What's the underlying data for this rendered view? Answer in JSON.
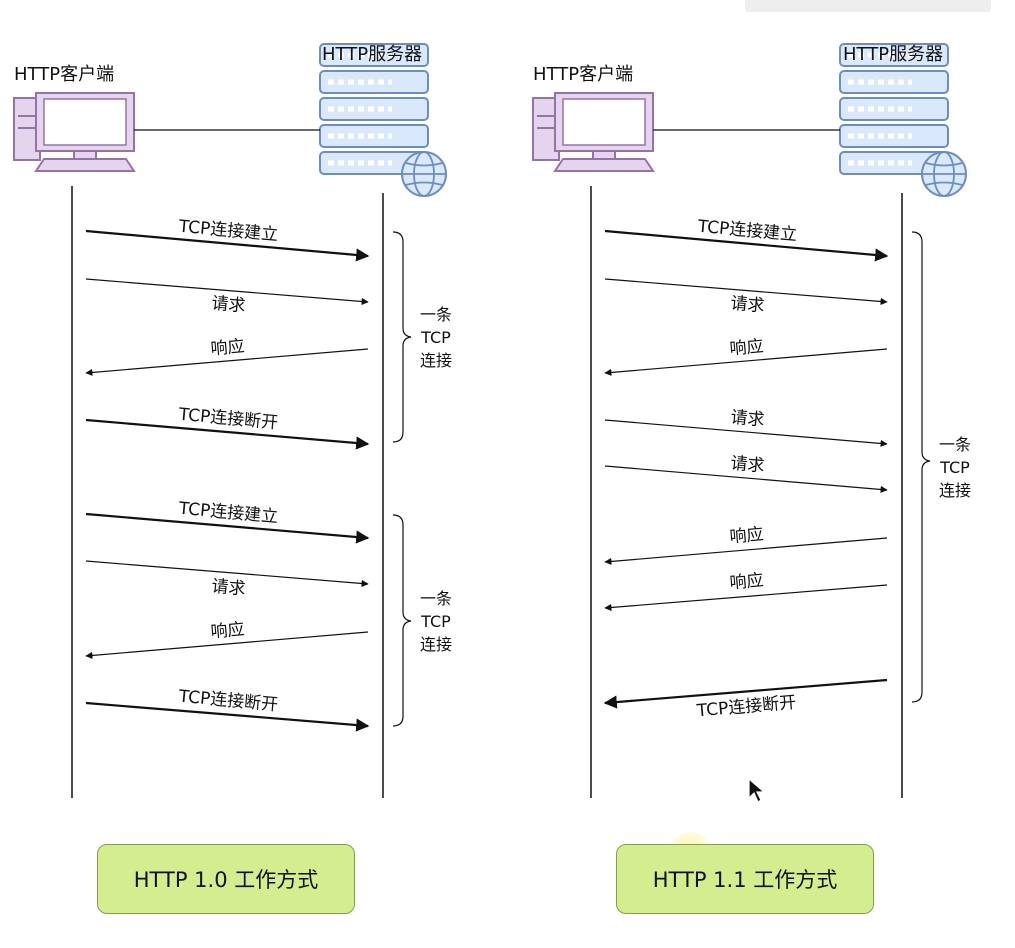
{
  "panels": [
    {
      "client_label": "HTTP客户端",
      "server_label": "HTTP服务器",
      "connection_label": [
        "一条",
        "TCP",
        "连接"
      ],
      "messages": [
        "TCP连接建立",
        "请求",
        "响应",
        "TCP连接断开",
        "TCP连接建立",
        "请求",
        "响应",
        "TCP连接断开"
      ],
      "mode": "HTTP 1.0 工作方式"
    },
    {
      "client_label": "HTTP客户端",
      "server_label": "HTTP服务器",
      "connection_label": [
        "一条",
        "TCP",
        "连接"
      ],
      "messages": [
        "TCP连接建立",
        "请求",
        "响应",
        "请求",
        "请求",
        "响应",
        "响应",
        "TCP连接断开"
      ],
      "mode": "HTTP 1.1 工作方式"
    }
  ],
  "colors": {
    "client_fill": "#e5d4ee",
    "client_stroke": "#9673a6",
    "server_fill": "#dae8fc",
    "server_stroke": "#6c8ebf",
    "mode_box_fill": "#d4ee8f",
    "mode_box_stroke": "#7fa34a"
  }
}
